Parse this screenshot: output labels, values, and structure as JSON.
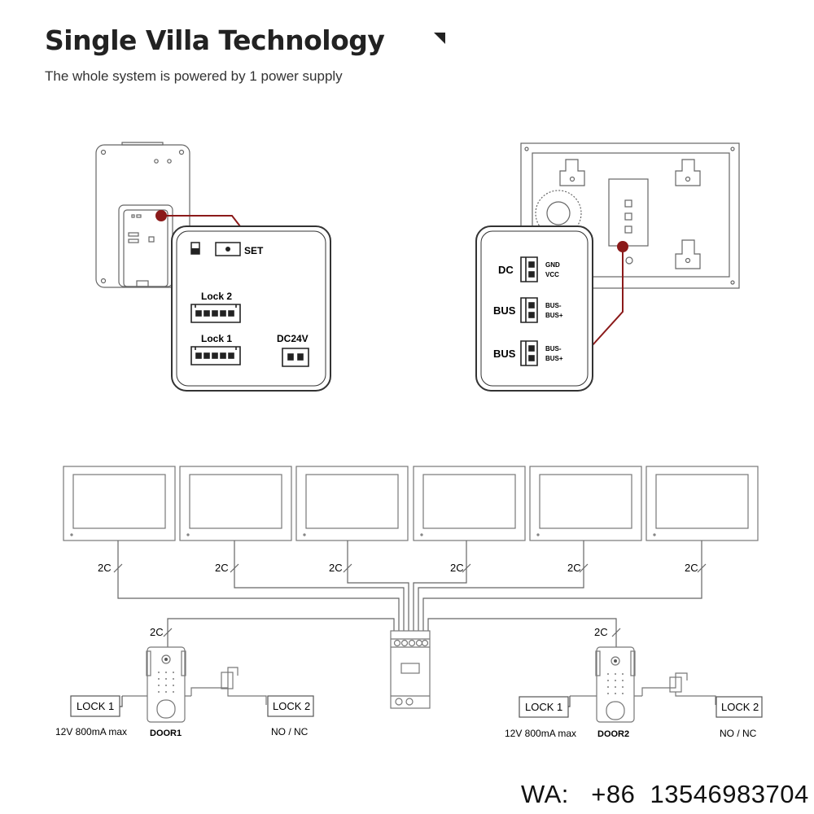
{
  "header": {
    "title": "Single Villa Technology",
    "subtitle": "The whole system is powered by 1 power supply"
  },
  "door_panel_detail": {
    "set_label": "SET",
    "lock2_label": "Lock 2",
    "lock1_label": "Lock 1",
    "dc_label": "DC24V"
  },
  "monitor_detail": {
    "rows": [
      {
        "label": "DC",
        "pin_top": "GND",
        "pin_bottom": "VCC"
      },
      {
        "label": "BUS",
        "pin_top": "BUS-",
        "pin_bottom": "BUS+"
      },
      {
        "label": "BUS",
        "pin_top": "BUS-",
        "pin_bottom": "BUS+"
      }
    ]
  },
  "wiring": {
    "cable_label": "2C",
    "monitor_count": 6
  },
  "door1": {
    "name": "DOOR1",
    "lock1": "LOCK 1",
    "lock2": "LOCK 2",
    "lock1_spec": "12V 800mA max",
    "lock2_spec": "NO / NC"
  },
  "door2": {
    "name": "DOOR2",
    "lock1": "LOCK 1",
    "lock2": "LOCK 2",
    "lock1_spec": "12V 800mA max",
    "lock2_spec": "NO / NC"
  },
  "contact": {
    "prefix": "WA:",
    "number": "+86  13546983704"
  },
  "colors": {
    "accent": "#8b1a1a",
    "line": "#555555"
  }
}
